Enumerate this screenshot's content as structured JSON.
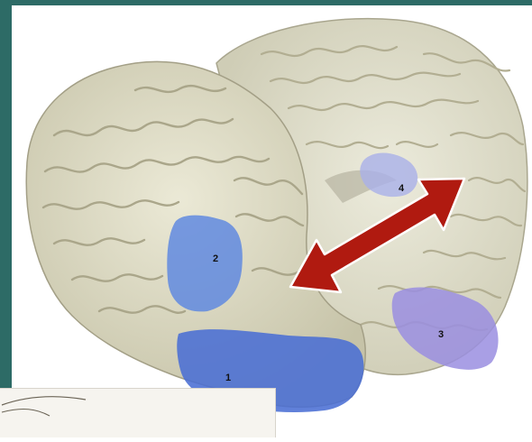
{
  "figure": {
    "regions": [
      {
        "label": "1",
        "color": "#4a6ed4"
      },
      {
        "label": "2",
        "color": "#5b86e0"
      },
      {
        "label": "3",
        "color": "#9a8ee0"
      },
      {
        "label": "4",
        "color": "#a9b0e8"
      }
    ],
    "arrow_color": "#b01a10",
    "brain_color": "#e2e0cc",
    "frame_color": "#2d6b66"
  }
}
